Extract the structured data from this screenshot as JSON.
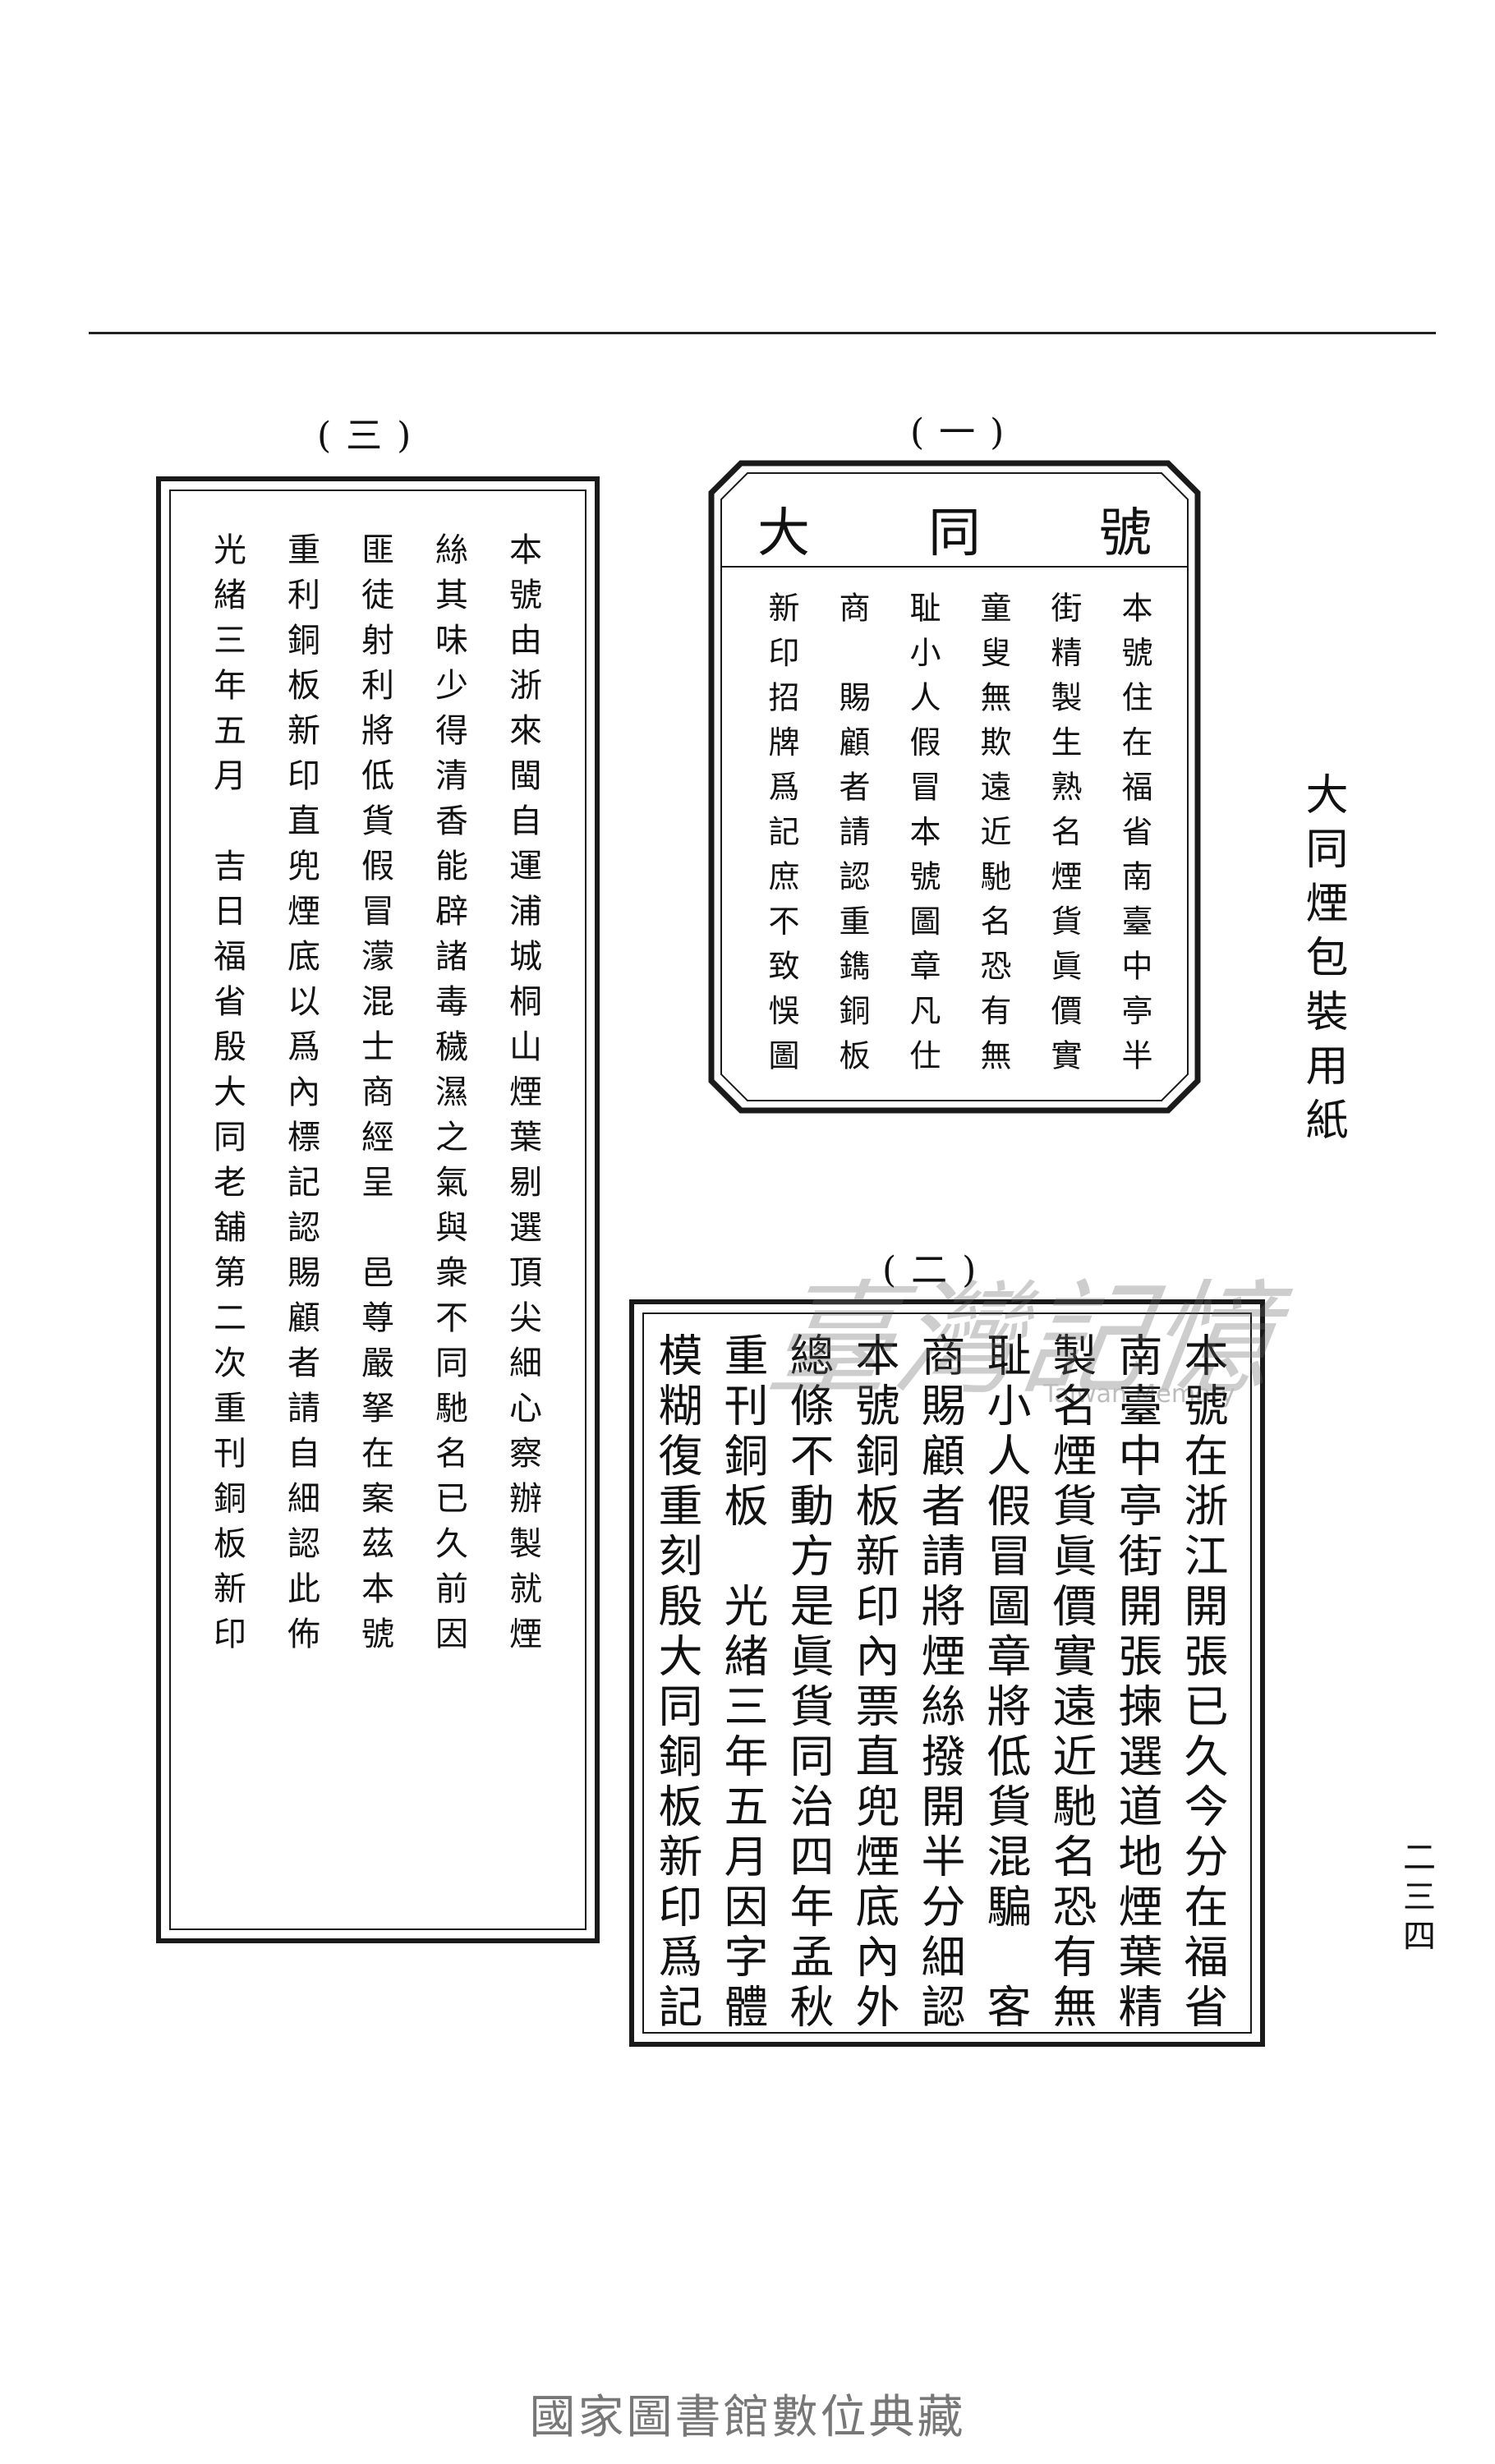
{
  "side_title": "大同煙包裝用紙",
  "page_number": "二三四",
  "panels": {
    "one": {
      "label": "(一)",
      "heading": [
        "大",
        "同",
        "號"
      ],
      "columns": [
        "本號住在福省南臺中亭半",
        "街精製生熟名煙貨眞價實",
        "童叟無欺遠近馳名恐有無",
        "耻小人假冒本號圖章凡仕",
        "商　賜顧者請認重鐫銅板",
        "新印招牌爲記庶不致悞圖"
      ]
    },
    "two": {
      "label": "(二)",
      "columns": [
        "本號在浙江開張已久今分在福省",
        "南臺中亭街開張揀選道地煙葉精",
        "製名煙貨眞價實遠近馳名恐有無",
        "耻小人假冒圖章將低貨混騙　客",
        "商賜顧者請將煙絲撥開半分細認",
        "本號銅板新印內票直兜煙底內外",
        "總條不動方是眞貨同治四年孟秋",
        "重刊銅板　光緒三年五月因字體",
        "模糊復重刻殷大同銅板新印爲記"
      ]
    },
    "three": {
      "label": "(三)",
      "columns": [
        "本號由浙來閩自運浦城桐山煙葉剔選頂尖細心察辦製就煙",
        "絲其味少得清香能辟諸毒穢濕之氣與衆不同馳名已久前因",
        "匪徒射利將低貨假冒濛混士商經呈　邑尊嚴拏在案茲本號",
        "重利銅板新印直兜煙底以爲內標記認賜顧者請自細認此佈",
        "光緒三年五月　吉日福省殷大同老舖第二次重刊銅板新印"
      ]
    }
  },
  "watermark": {
    "text": "臺灣記憶",
    "subtext": "Taiwan Memory"
  },
  "footer": "國家圖書館數位典藏"
}
